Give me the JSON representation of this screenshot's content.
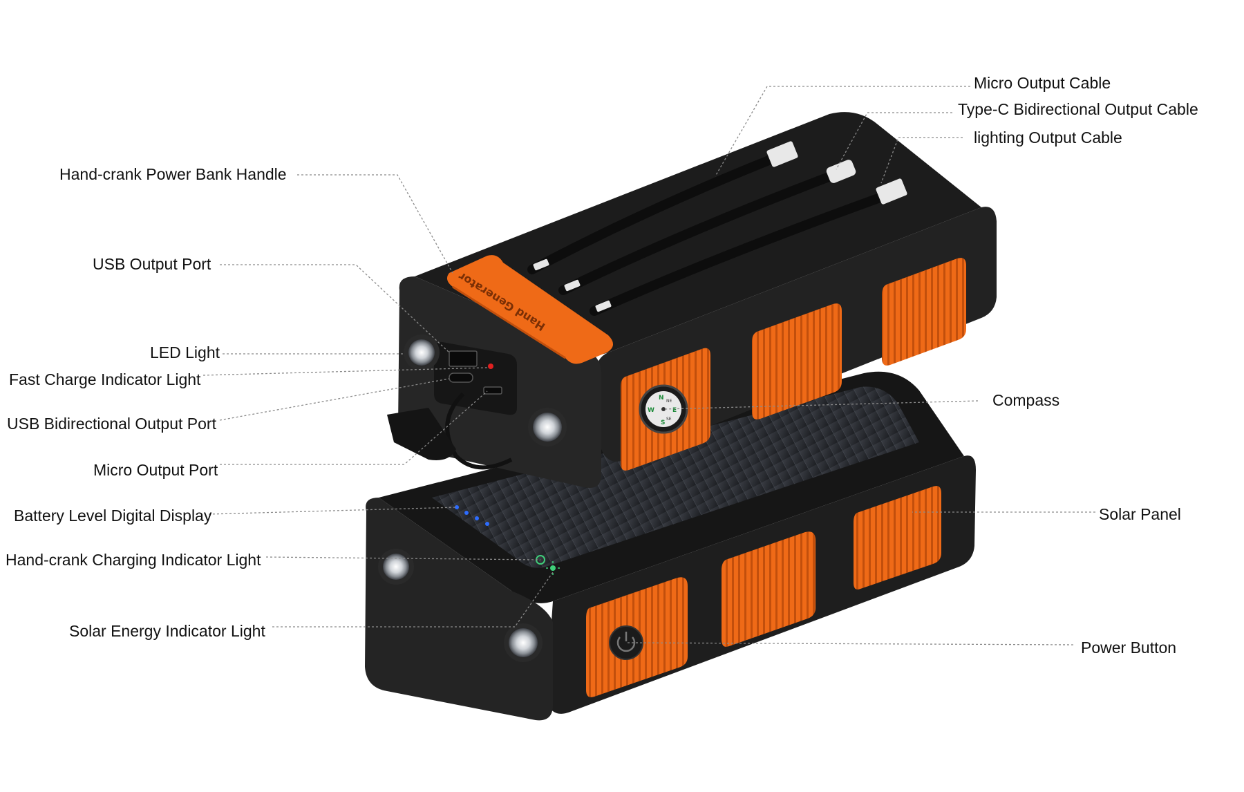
{
  "labels": {
    "micro_output_cable": "Micro Output Cable",
    "typec_cable": "Type-C Bidirectional Output Cable",
    "lighting_cable": "lighting Output Cable",
    "handle": "Hand-crank Power Bank Handle",
    "usb_output_port": "USB Output Port",
    "led_light": "LED Light",
    "fast_charge_indicator": "Fast Charge Indicator Light",
    "usb_bidirectional_port": "USB Bidirectional Output Port",
    "micro_output_port": "Micro Output Port",
    "battery_display": "Battery Level Digital Display",
    "handcrank_indicator": "Hand-crank Charging Indicator Light",
    "solar_indicator": "Solar Energy Indicator Light",
    "compass": "Compass",
    "solar_panel": "Solar Panel",
    "power_button": "Power Button"
  },
  "device": {
    "handle_text": "Hand Generator",
    "compass_letters": [
      "N",
      "E",
      "S",
      "W",
      "NE",
      "SE"
    ],
    "colors": {
      "body": "#1b1b1b",
      "body_edge": "#2e2e2e",
      "accent": "#ef6a17",
      "accent_dark": "#c24f0c",
      "solar": "#2a2d33",
      "indicator_blue": "#2d6cff",
      "indicator_green": "#3fd07a",
      "indicator_red": "#e02020"
    }
  }
}
